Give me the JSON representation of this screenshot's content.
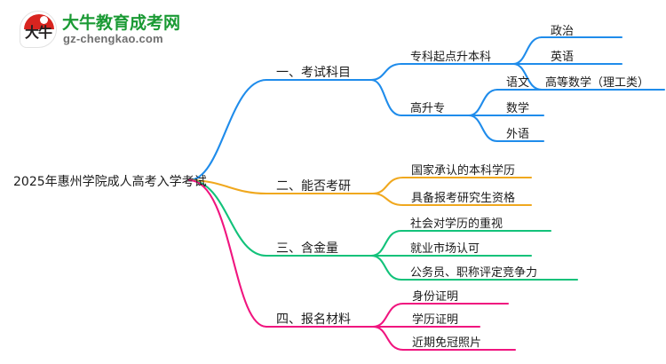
{
  "logo": {
    "mark_glyph": "大牛",
    "mark_name": "daniu-speech-bubble-logo",
    "brand": "大牛教育成考网",
    "url": "gz-chengkao.com",
    "brand_color": "#1a9a34",
    "url_color": "#6f6f6f",
    "mark_color": "#d8241f"
  },
  "mindmap": {
    "root": "2025年惠州学院成人高考入学考试",
    "branch_colors": {
      "exam_subjects": "#1f8ceb",
      "postgraduate": "#f0a81e",
      "gold_content": "#12c27a",
      "application_materials": "#f0157f"
    },
    "branches": [
      {
        "label": "一、考试科目",
        "color": "#1f8ceb",
        "children": [
          {
            "label": "专科起点升本科",
            "children": [
              {
                "label": "政治"
              },
              {
                "label": "英语"
              },
              {
                "label": "高等数学（理工类）"
              }
            ]
          },
          {
            "label": "高升专",
            "children": [
              {
                "label": "语文"
              },
              {
                "label": "数学"
              },
              {
                "label": "外语"
              }
            ]
          }
        ]
      },
      {
        "label": "二、能否考研",
        "color": "#f0a81e",
        "children": [
          {
            "label": "国家承认的本科学历"
          },
          {
            "label": "具备报考研究生资格"
          }
        ]
      },
      {
        "label": "三、含金量",
        "color": "#12c27a",
        "children": [
          {
            "label": "社会对学历的重视"
          },
          {
            "label": "就业市场认可"
          },
          {
            "label": "公务员、职称评定竞争力"
          }
        ]
      },
      {
        "label": "四、报名材料",
        "color": "#f0157f",
        "children": [
          {
            "label": "身份证明"
          },
          {
            "label": "学历证明"
          },
          {
            "label": "近期免冠照片"
          }
        ]
      }
    ]
  }
}
